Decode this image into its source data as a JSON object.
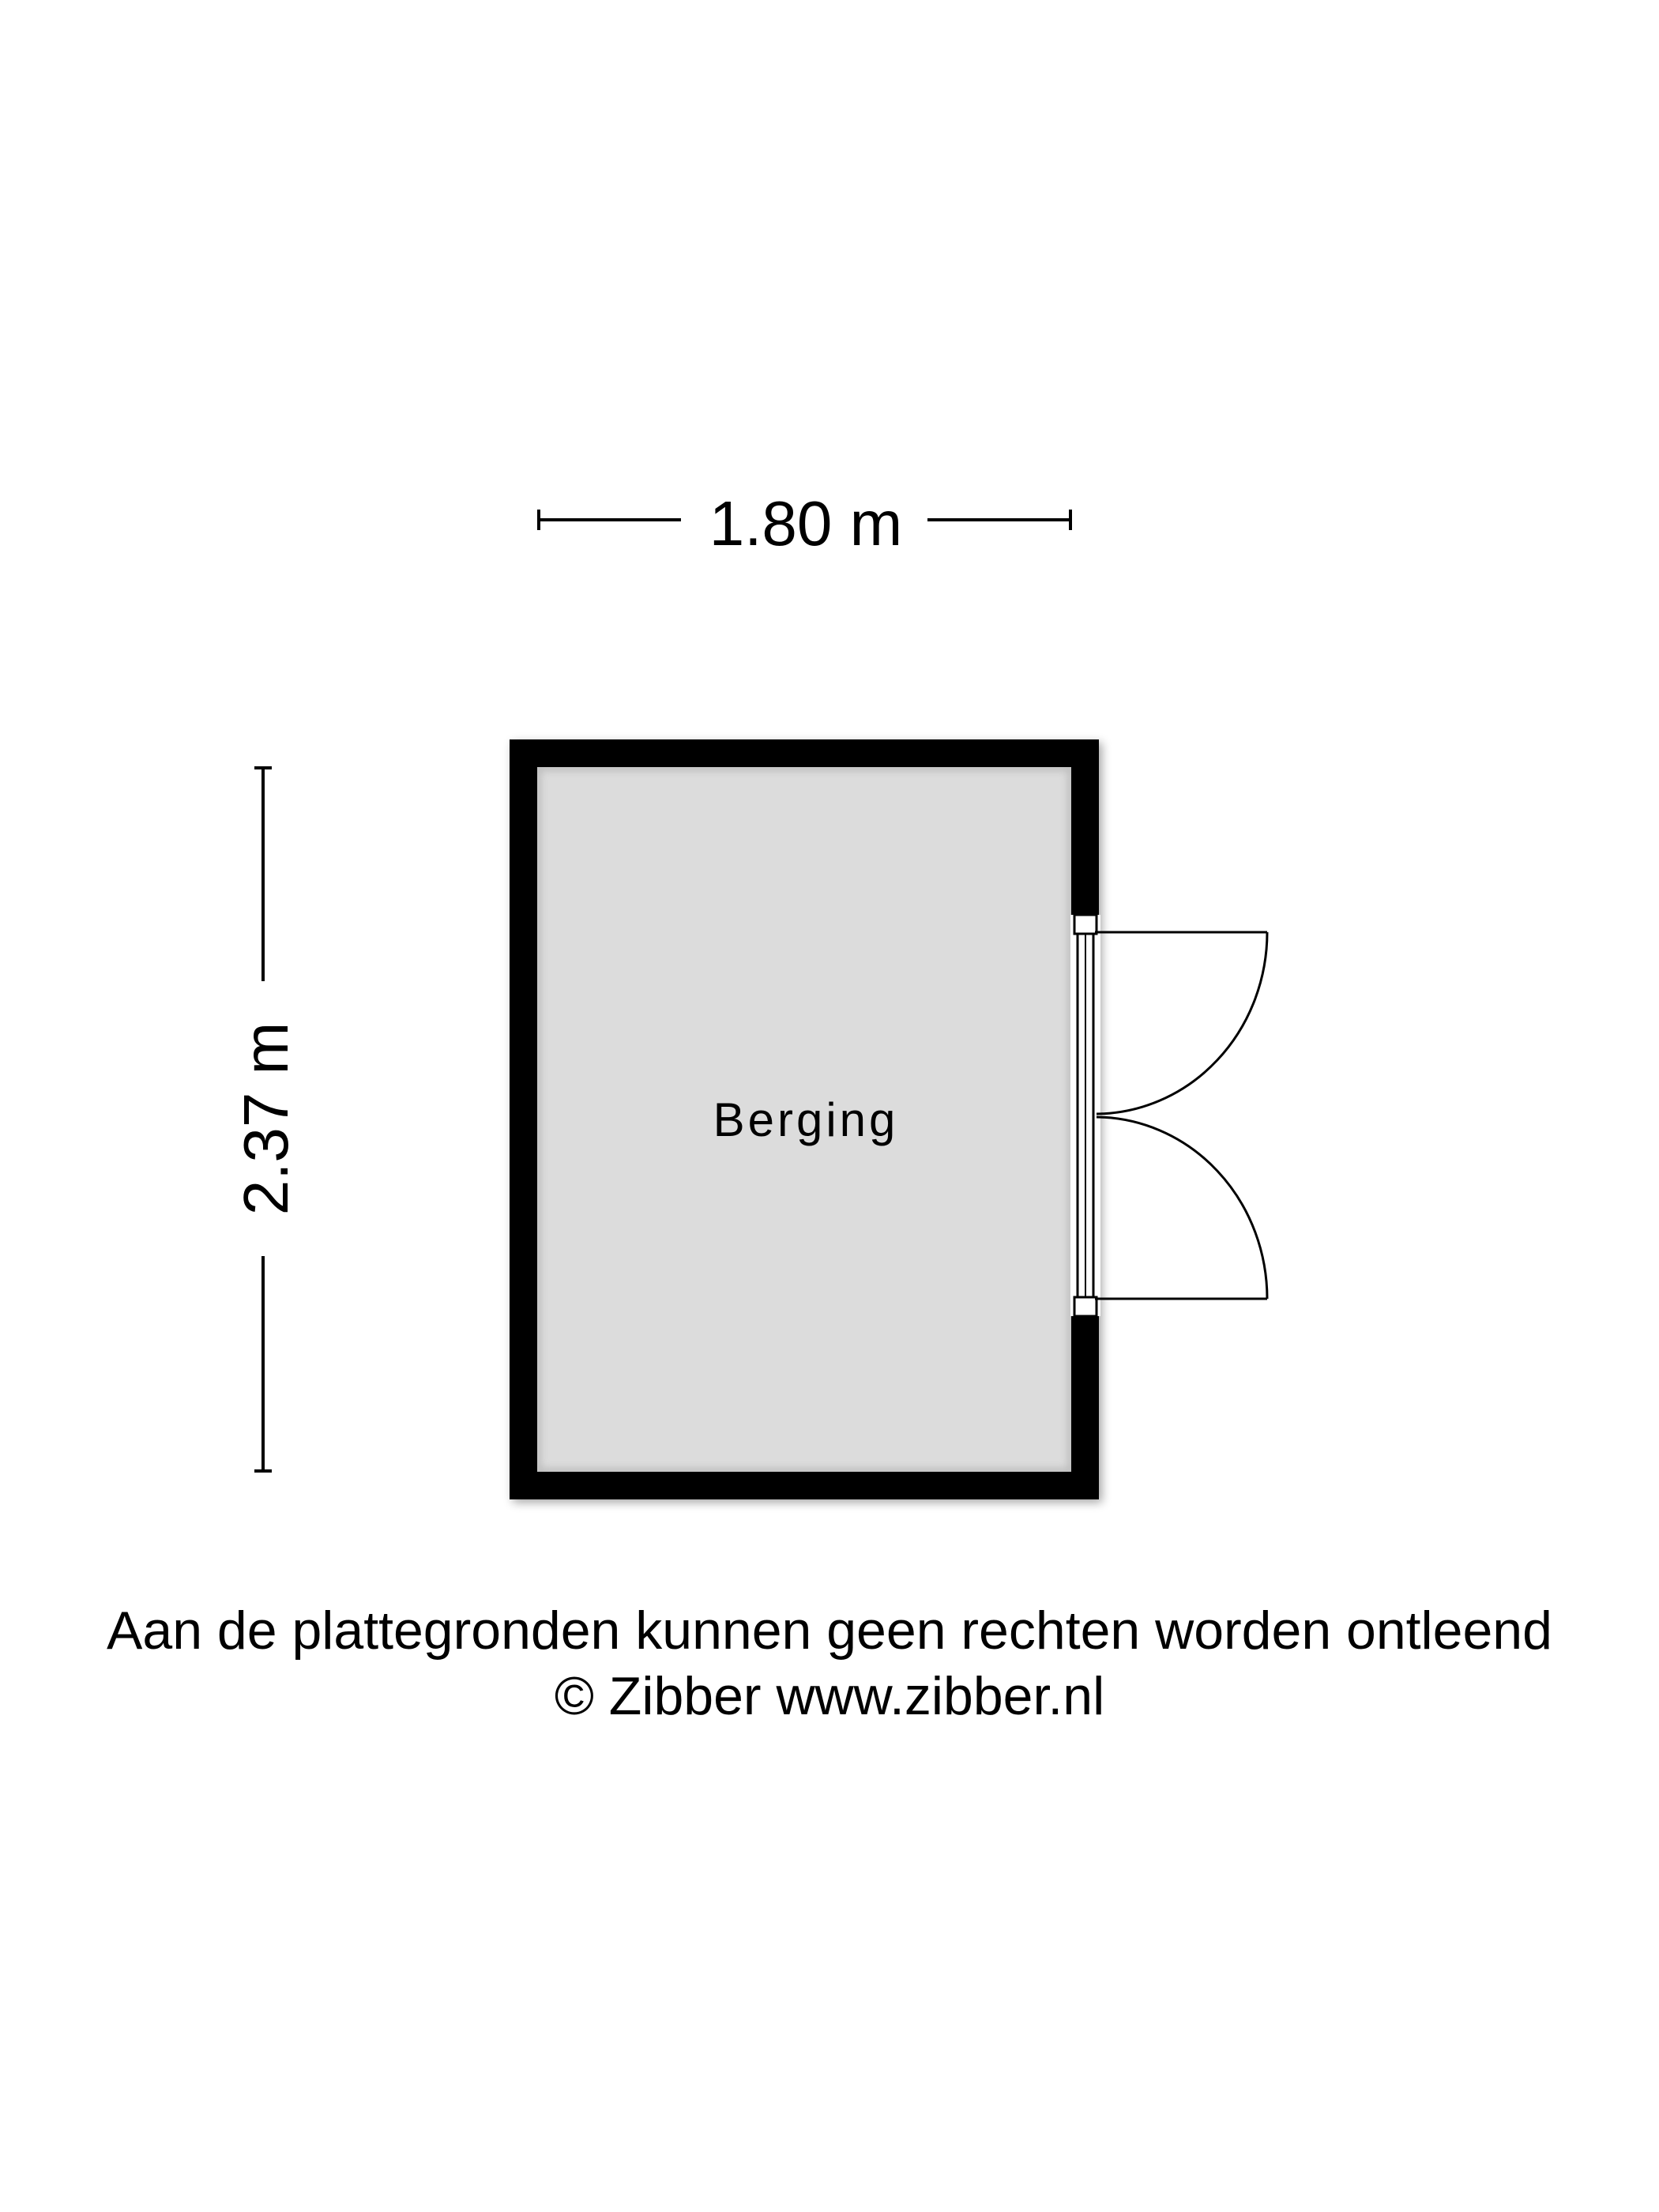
{
  "dimensions": {
    "width": "1.80 m",
    "height": "2.37 m"
  },
  "rooms": [
    {
      "label": "Berging"
    }
  ],
  "footer": {
    "disclaimer": "Aan de plattegronden kunnen geen rechten worden ontleend",
    "copyright": "© Zibber www.zibber.nl"
  },
  "colors": {
    "wall": "#000000",
    "floor": "#dcdcdc",
    "background": "#ffffff",
    "line": "#000000"
  }
}
